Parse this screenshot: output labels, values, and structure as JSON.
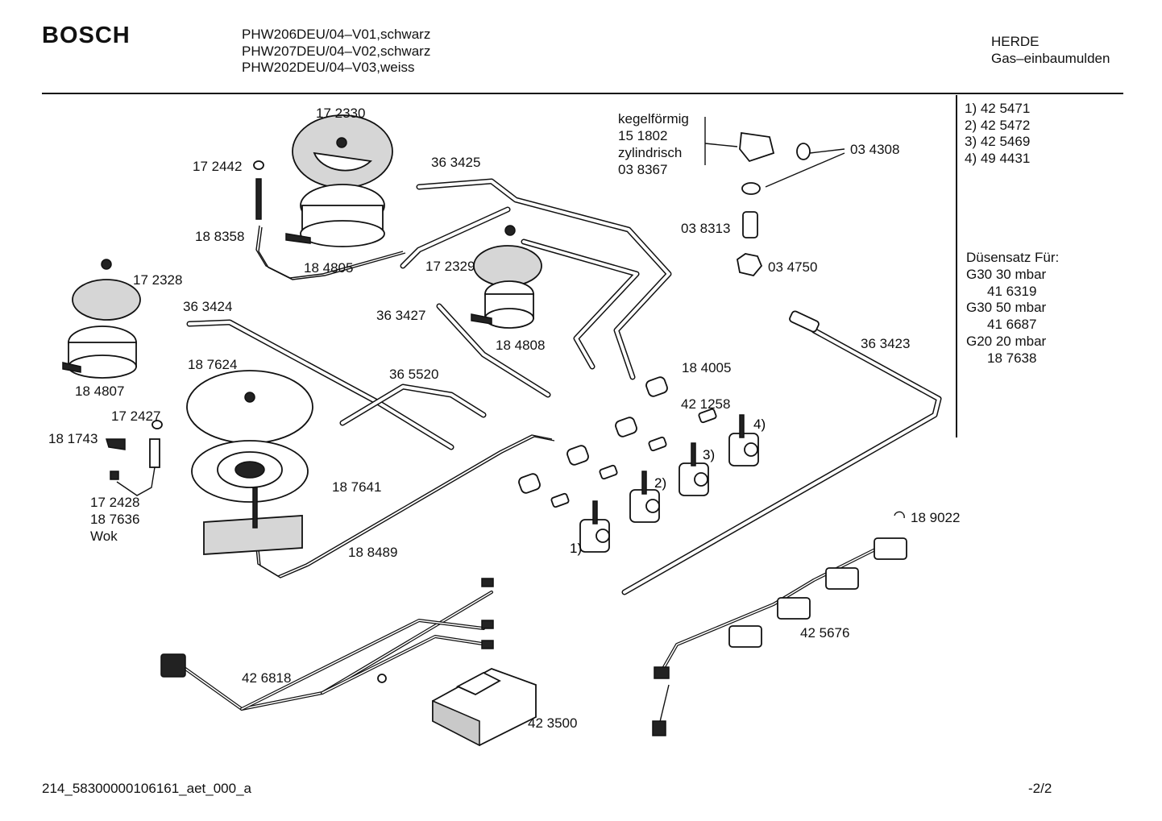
{
  "header": {
    "brand": "BOSCH",
    "models": [
      "PHW206DEU/04–V01,schwarz",
      "PHW207DEU/04–V02,schwarz",
      "PHW202DEU/04–V03,weiss"
    ],
    "category": "HERDE",
    "subcategory": "Gas–einbaumulden"
  },
  "legend": [
    "1)  42 5471",
    "2)  42 5472",
    "3)  42 5469",
    "4)  49 4431"
  ],
  "nozzle_set": {
    "title": "Düsensatz Für:",
    "rows": [
      {
        "gas": "G30  30 mbar",
        "part": "41 6319"
      },
      {
        "gas": "G30 50  mbar",
        "part": "41 6687"
      },
      {
        "gas": "G20  20 mbar",
        "part": "18 7638"
      }
    ]
  },
  "labels": {
    "p172330": "17 2330",
    "p172442": "17 2442",
    "p363425": "36 3425",
    "p188358": "18 8358",
    "p184805": "18 4805",
    "p172328": "17 2328",
    "p172329": "17 2329",
    "p363424": "36 3424",
    "p363427": "36 3427",
    "p184807": "18 4807",
    "p184808": "18 4808",
    "p187624": "18 7624",
    "p365520": "36 5520",
    "p184005": "18 4005",
    "p421258": "42 1258",
    "p172427": "17 2427",
    "p181743": "18 1743",
    "p172428": "17 2428",
    "p187636": "18 7636",
    "wok": "Wok",
    "p187641": "18 7641",
    "p188489": "18 8489",
    "p426818": "42 6818",
    "p423500": "42 3500",
    "p425676": "42 5676",
    "p189022": "18 9022",
    "p363423": "36 3423",
    "kegel": "kegelförmig",
    "p151802": "15 1802",
    "zylind": "zylindrisch",
    "p038367": "03 8367",
    "p034308": "03 4308",
    "p038313": "03 8313",
    "p034750": "03 4750",
    "valve1": "1)",
    "valve2": "2)",
    "valve3": "3)",
    "valve4": "4)"
  },
  "footer": {
    "doc_id": "214_58300000106161_aet_000_a",
    "page": "-2/2"
  }
}
